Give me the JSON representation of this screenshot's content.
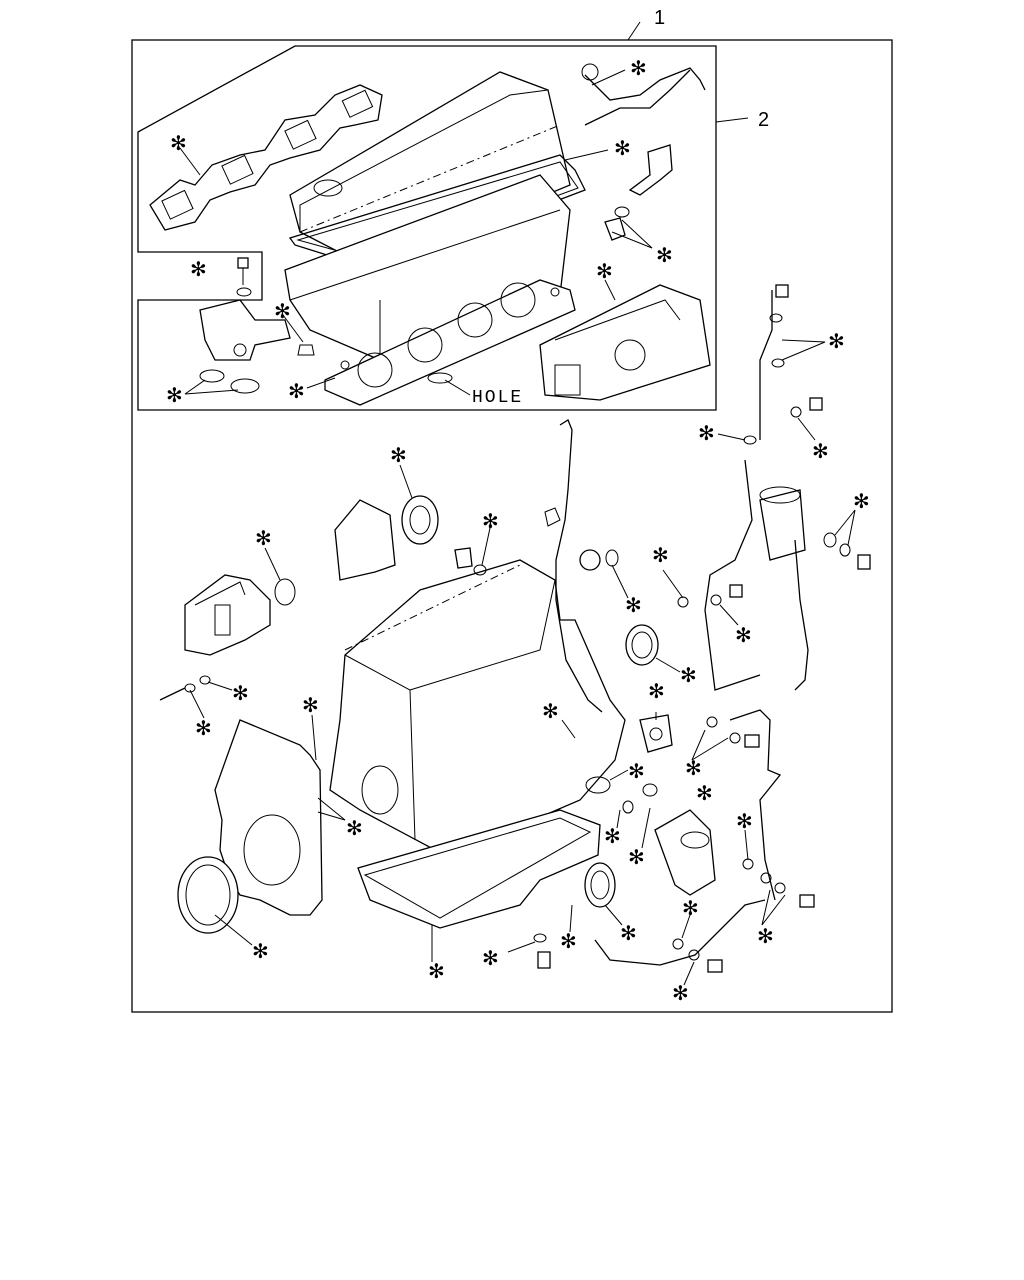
{
  "diagram": {
    "callout_main": "1",
    "callout_sub": "2",
    "hole_label": "HOLE",
    "kit_symbol": "✻"
  },
  "colors": {
    "line": "#000000",
    "background": "#ffffff"
  }
}
